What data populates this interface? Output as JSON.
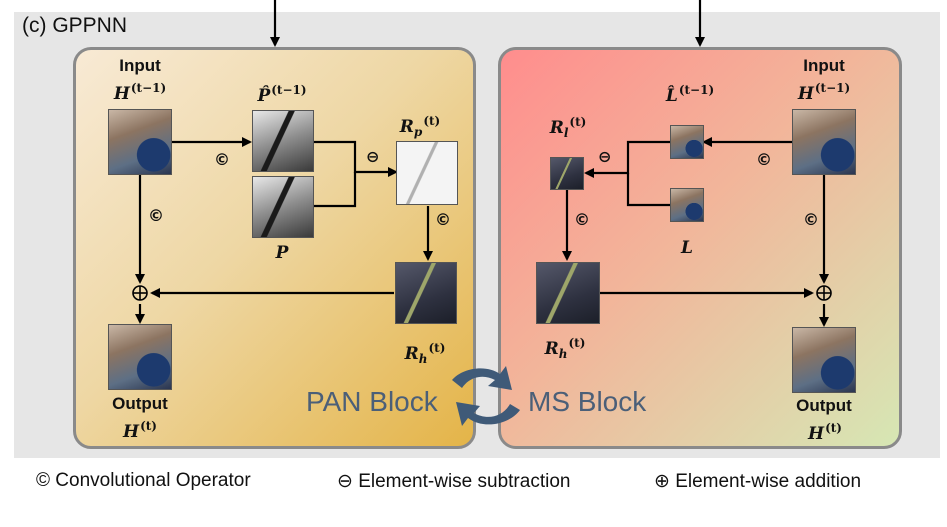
{
  "title": "(c) GPPNN",
  "pan_block": {
    "name": "PAN Block",
    "input_word": "Input",
    "input_sym": "H",
    "input_sup": "(t−1)",
    "p_hat_sym": "P̂",
    "p_hat_sup": "(t−1)",
    "p_sym": "P",
    "rp_sym": "R",
    "rp_sub": "p",
    "rp_sup": "(t)",
    "rh_sym": "R",
    "rh_sub": "h",
    "rh_sup": "(t)",
    "output_word": "Output",
    "output_sym": "H",
    "output_sup": "(t)"
  },
  "ms_block": {
    "name": "MS Block",
    "input_word": "Input",
    "input_sym": "H",
    "input_sup": "(t−1)",
    "l_hat_sym": "L̂",
    "l_hat_sup": "(t−1)",
    "l_sym": "L",
    "rl_sym": "R",
    "rl_sub": "l",
    "rl_sup": "(t)",
    "rh_sym": "R",
    "rh_sub": "h",
    "rh_sup": "(t)",
    "output_word": "Output",
    "output_sym": "H",
    "output_sup": "(t)"
  },
  "operators": {
    "conv": "©",
    "sub": "⊖",
    "add": "⊕"
  },
  "legend": {
    "conv": "© Convolutional Operator",
    "sub": "⊖ Element-wise subtraction",
    "add": "⊕ Element-wise addition"
  },
  "colors": {
    "pan_gradient": [
      "#f8ead5",
      "#e4b448"
    ],
    "ms_gradient": [
      "#ff8d8d",
      "#d6e7b4"
    ],
    "block_label": "#4b5f78",
    "swap_arrow": "#3f5a78"
  }
}
